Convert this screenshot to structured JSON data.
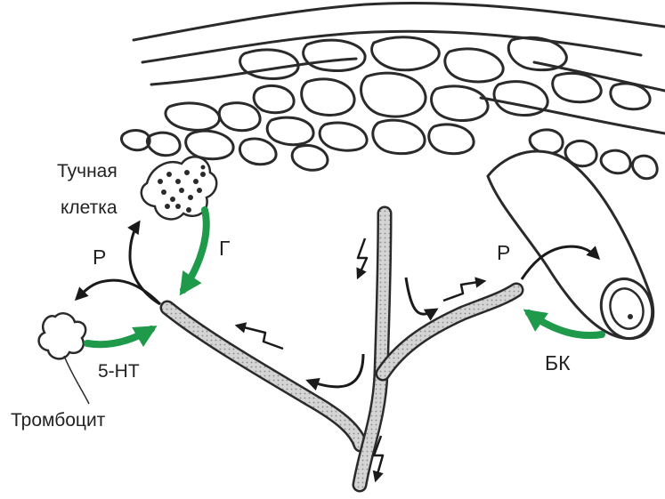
{
  "labels": {
    "mast_cell": [
      "Тучная",
      "клетка"
    ],
    "platelet": "Тромбоцит",
    "p_left": "Р",
    "p_right": "Р",
    "g": "Г",
    "serotonin": "5-НТ",
    "bk": "БК"
  },
  "colors": {
    "outline": "#2a2a2a",
    "nerve_fill": "#c9c9c9",
    "green_arrow": "#1f9a4a",
    "black_arrow": "#1a1a1a",
    "text": "#222222"
  },
  "icons": [
    "mast-cell-icon",
    "platelet-icon",
    "blood-vessel-icon",
    "nerve-fiber-icon",
    "action-potential-icon"
  ]
}
